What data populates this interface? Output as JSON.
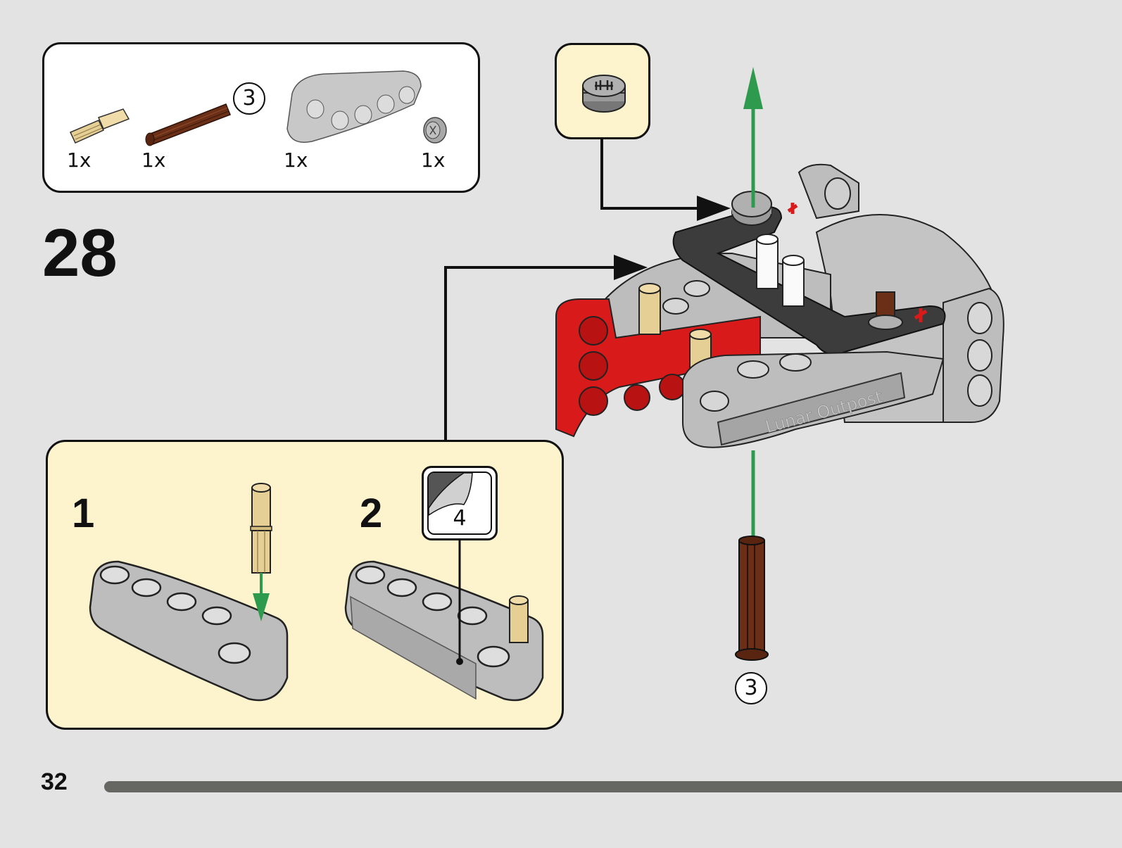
{
  "page": {
    "step_number": "28",
    "page_number": "32",
    "progress_fraction": 0.99
  },
  "parts_list": {
    "items": [
      {
        "name": "tan-pin-with-axle",
        "qty": "1x",
        "color": "#e6cf94"
      },
      {
        "name": "brown-axle-3",
        "qty": "1x",
        "color": "#6b2f17",
        "length_label": "3"
      },
      {
        "name": "light-gray-curved-beam",
        "qty": "1x",
        "color": "#c8c8c8"
      },
      {
        "name": "gray-bush",
        "qty": "1x",
        "color": "#a8a8a8"
      }
    ]
  },
  "sub_assembly": {
    "steps": [
      {
        "label": "1"
      },
      {
        "label": "2"
      }
    ],
    "sticker_number": "4"
  },
  "main_model": {
    "axle_callout": "3",
    "sticker_text": "Lunar Outpost",
    "arrow_color": "#2e9a4e"
  },
  "colors": {
    "background": "#e3e3e3",
    "callout_fill": "#fdf3cd",
    "red_brick": "#d91a1a",
    "dark_gray": "#3c3c3c",
    "light_gray": "#bdbdbd",
    "tan": "#e6cf94",
    "brown": "#6b2f17"
  }
}
